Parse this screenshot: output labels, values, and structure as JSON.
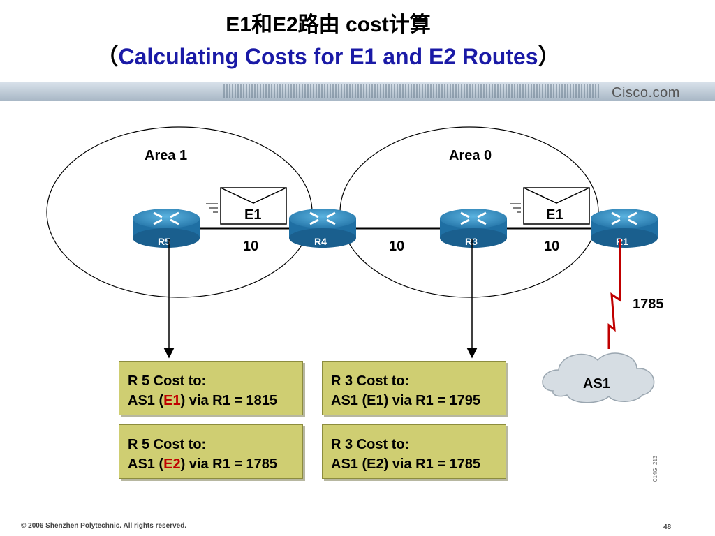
{
  "title": {
    "line1": "E1和E2路由 cost计算",
    "line2_open": "（",
    "line2": "Calculating Costs for E1 and E2 Routes",
    "line2_close": "）"
  },
  "banner": {
    "brand": "Cisco.com"
  },
  "diagram": {
    "areas": [
      "Area 1",
      "Area 0"
    ],
    "routers": [
      "R5",
      "R4",
      "R3",
      "R1"
    ],
    "link_costs": [
      "10",
      "10",
      "10"
    ],
    "lsa_labels": [
      "E1",
      "E1"
    ],
    "external_cost": "1785",
    "external_as": "AS1"
  },
  "boxes": [
    {
      "line1": "R 5 Cost to:",
      "pre": "AS1 (",
      "type": "E1",
      "post": ") via R1 = 1815"
    },
    {
      "line1": "R 3 Cost to:",
      "pre": "AS1 (",
      "type": "E1",
      "post": ") via R1 = 1795"
    },
    {
      "line1": "R 5 Cost to:",
      "pre": "AS1 (",
      "type": "E2",
      "post": ") via R1 = 1785"
    },
    {
      "line1": "R 3 Cost to:",
      "pre": "AS1 (",
      "type": "E2",
      "post": ") via R1 = 1785"
    }
  ],
  "figure_code": "014G_213",
  "footer": {
    "copyright": "© 2006 Shenzhen Polytechnic. All rights reserved.",
    "page": "48"
  },
  "colors": {
    "title_blue": "#1a1aa6",
    "router_blue": "#2f8fc4",
    "box_fill": "#cfce72",
    "highlight_red": "#c00000"
  }
}
